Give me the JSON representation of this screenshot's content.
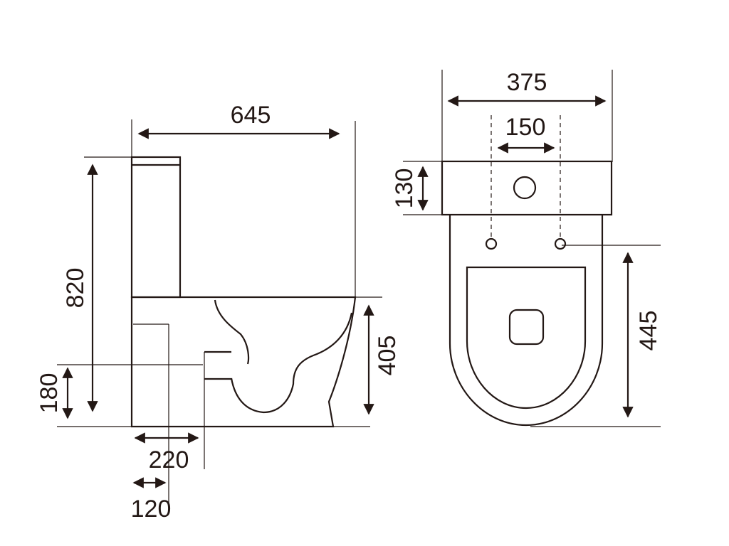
{
  "side_view": {
    "overall_depth": "645",
    "overall_height": "820",
    "pan_height": "405",
    "outlet_height": "180",
    "outlet_offset": "220",
    "wall_offset": "120"
  },
  "top_view": {
    "overall_width": "375",
    "fixing_centres": "150",
    "tank_depth": "130",
    "bowl_length": "445"
  },
  "colors": {
    "line": "#231815",
    "background": "#ffffff"
  }
}
